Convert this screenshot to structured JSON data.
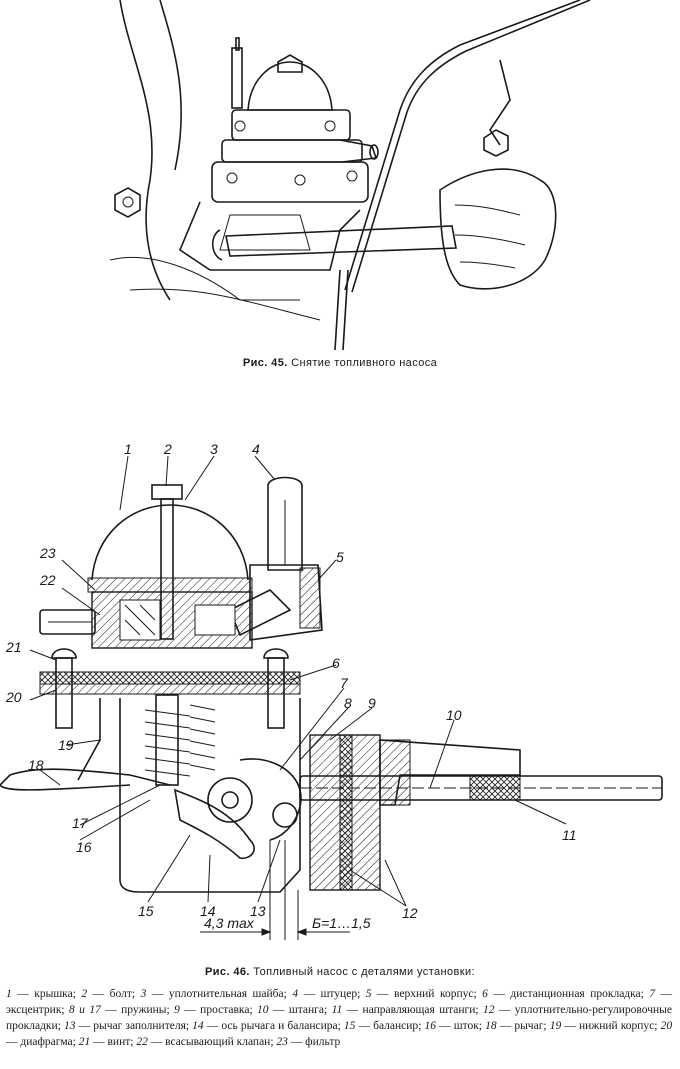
{
  "figure45": {
    "number": "Рис. 45.",
    "title": "Снятие топливного насоса"
  },
  "figure46": {
    "number": "Рис. 46.",
    "title": "Топливный насос с деталями установки:",
    "labels": [
      "1",
      "2",
      "3",
      "4",
      "5",
      "6",
      "7",
      "8",
      "9",
      "10",
      "11",
      "12",
      "13",
      "14",
      "15",
      "16",
      "17",
      "18",
      "19",
      "20",
      "21",
      "22",
      "23"
    ],
    "dim_left": "4,3 max",
    "dim_right": "Б=1…1,5",
    "legend": [
      {
        "num": "1",
        "text": "крышка"
      },
      {
        "num": "2",
        "text": "болт"
      },
      {
        "num": "3",
        "text": "уплотнительная шайба"
      },
      {
        "num": "4",
        "text": "штуцер"
      },
      {
        "num": "5",
        "text": "верхний корпус"
      },
      {
        "num": "6",
        "text": "дистанционная прокладка"
      },
      {
        "num": "7",
        "text": "эксцентрик"
      },
      {
        "num": "8 и 17",
        "text": "пружины"
      },
      {
        "num": "9",
        "text": "проставка"
      },
      {
        "num": "10",
        "text": "штанга"
      },
      {
        "num": "11",
        "text": "направляющая штанги"
      },
      {
        "num": "12",
        "text": "уплотнительно-регулировочные прокладки"
      },
      {
        "num": "13",
        "text": "рычаг заполнителя"
      },
      {
        "num": "14",
        "text": "ось рычага и балансира"
      },
      {
        "num": "15",
        "text": "балансир"
      },
      {
        "num": "16",
        "text": "шток"
      },
      {
        "num": "18",
        "text": "рычаг"
      },
      {
        "num": "19",
        "text": "нижний корпус"
      },
      {
        "num": "20",
        "text": "диафрагма"
      },
      {
        "num": "21",
        "text": "винт"
      },
      {
        "num": "22",
        "text": "всасывающий клапан"
      },
      {
        "num": "23",
        "text": "фильтр"
      }
    ]
  }
}
